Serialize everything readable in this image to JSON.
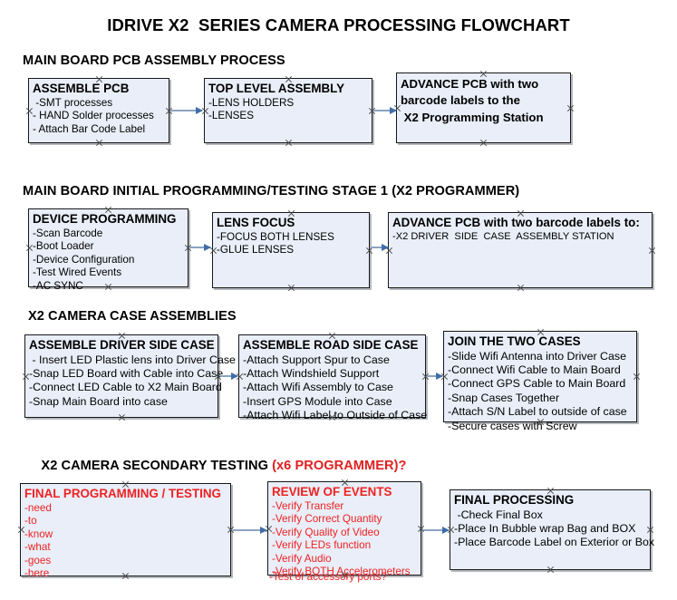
{
  "document": {
    "title": "IDRIVE X2  SERIES CAMERA PROCESSING FLOWCHART"
  },
  "sections": [
    {
      "id": "main-board-pcb-assembly",
      "title": "MAIN BOARD PCB ASSEMBLY PROCESS"
    },
    {
      "id": "main-board-initial-programming",
      "title": "MAIN BOARD INITIAL PROGRAMMING/TESTING STAGE 1 (X2 PROGRAMMER)"
    },
    {
      "id": "x2-camera-case-assemblies",
      "title": "X2 CAMERA CASE ASSEMBLIES"
    },
    {
      "id": "x2-camera-secondary-testing",
      "title": "X2 CAMERA SECONDARY TESTING ",
      "accent": "(x6 PROGRAMMER)?"
    }
  ],
  "nodes": {
    "assemble_pcb": {
      "title": "ASSEMBLE PCB",
      "lines": [
        " -SMT processes",
        "- HAND Solder processes",
        "- Attach Bar Code Label"
      ]
    },
    "top_level_assembly": {
      "title": "TOP LEVEL ASSEMBLY",
      "lines": [
        "-LENS HOLDERS",
        "-LENSES"
      ]
    },
    "advance_pcb_programming_station": {
      "title_lines": [
        "ADVANCE PCB with two",
        "barcode labels to the",
        " X2 Programming Station"
      ],
      "lines": []
    },
    "device_programming": {
      "title": "DEVICE PROGRAMMING",
      "lines": [
        "-Scan Barcode",
        "-Boot Loader",
        "-Device Configuration",
        "-Test Wired Events",
        "-AC SYNC"
      ]
    },
    "lens_focus": {
      "title": "LENS FOCUS",
      "lines": [
        "-FOCUS BOTH LENSES",
        "-GLUE LENSES"
      ]
    },
    "advance_pcb_driver_side": {
      "title": "ADVANCE PCB with two barcode labels to:",
      "lines": [
        "-X2 DRIVER  SIDE  CASE  ASSEMBLY STATION"
      ]
    },
    "assemble_driver_side_case": {
      "title": "ASSEMBLE DRIVER SIDE CASE",
      "lines": [
        " - Insert LED Plastic lens into Driver Case",
        "-Snap LED Board with Cable into Case",
        "-Connect LED Cable to X2 Main Board",
        "-Snap Main Board into case"
      ]
    },
    "assemble_road_side_case": {
      "title": "ASSEMBLE ROAD SIDE CASE",
      "lines": [
        "-Attach Support Spur to Case",
        "-Attach Windshield Support",
        "-Attach Wifi Assembly to Case",
        "-Insert GPS Module into Case",
        "-Attach Wifi Label to Outside of Case"
      ]
    },
    "join_the_two_cases": {
      "title": "JOIN THE TWO CASES",
      "lines": [
        "-Slide Wifi Antenna into Driver Case",
        "-Connect Wifi Cable to Main Board",
        "-Connect GPS Cable to Main Board",
        "-Snap Cases Together",
        "-Attach S/N Label to outside of case",
        "-Secure cases with Screw"
      ]
    },
    "final_programming_testing": {
      "title": "FINAL PROGRAMMING / TESTING",
      "lines": [
        "-need",
        "-to",
        "-know",
        "-what",
        "-goes",
        "-here"
      ]
    },
    "review_of_events": {
      "title": "REVIEW OF EVENTS",
      "lines": [
        "-Verify Transfer",
        "-Verify Correct Quantity",
        "-Verify Quality of Video",
        "-Verify LEDs function",
        "-Verify Audio",
        "-Verify BOTH Accelerometers"
      ],
      "overflow_line": "-Test of accessory ports?"
    },
    "final_processing": {
      "title": "FINAL PROCESSING",
      "lines": [
        " -Check Final Box",
        "-Place In Bubble wrap Bag and BOX",
        "-Place Barcode Label on Exterior or Box"
      ]
    }
  },
  "colors": {
    "node_fill": "#e9eef8",
    "node_border": "#16171a",
    "arrow_line": "#8ba3c2",
    "arrow_head": "#3f6ea8",
    "accent_red": "#ee2222",
    "text": "#000000"
  }
}
